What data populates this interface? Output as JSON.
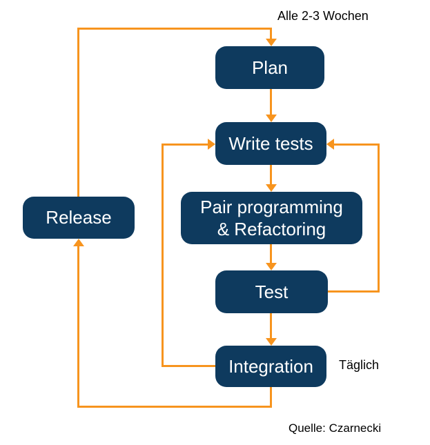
{
  "diagram": {
    "title_hint": "XP development cycle flowchart",
    "nodes": {
      "plan": {
        "label": "Plan"
      },
      "write_tests": {
        "label": "Write tests"
      },
      "pair": {
        "line1": "Pair programming",
        "line2": "& Refactoring"
      },
      "test": {
        "label": "Test"
      },
      "integration": {
        "label": "Integration"
      },
      "release": {
        "label": "Release"
      }
    },
    "annotations": {
      "cycle": "Alle 2-3 Wochen",
      "daily": "Täglich",
      "source": "Quelle: Czarnecki"
    },
    "colors": {
      "node_fill": "#0E3A5E",
      "node_text": "#FFFFFF",
      "arrow": "#F7941E",
      "annotation_text": "#000000",
      "background": "#FFFFFF"
    }
  }
}
